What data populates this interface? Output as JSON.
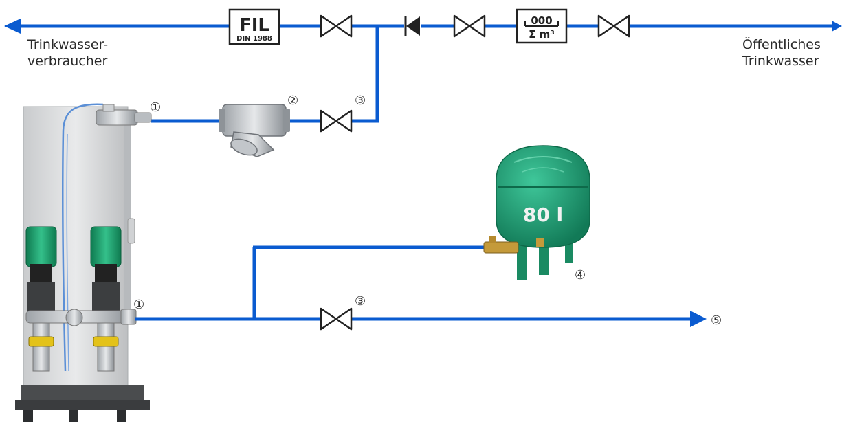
{
  "labels": {
    "consumer_line1": "Trinkwasser-",
    "consumer_line2": "verbraucher",
    "supply_line1": "Öffentliches",
    "supply_line2": "Trinkwasser"
  },
  "filter_box": {
    "main": "FIL",
    "sub": "DIN 1988"
  },
  "meter_box": {
    "digits": "000",
    "sum": "Σ m³"
  },
  "tank": {
    "volume_label": "80 l"
  },
  "markers": {
    "m1_top": "①",
    "m1_bottom": "①",
    "m2": "②",
    "m3_top": "③",
    "m3_bottom": "③",
    "m4": "④",
    "m5": "⑤"
  },
  "colors": {
    "pipe": "#0a5bd0",
    "symbol": "#222222",
    "tank": "#1d9a72",
    "pump_motor": "#1e9a6a"
  }
}
